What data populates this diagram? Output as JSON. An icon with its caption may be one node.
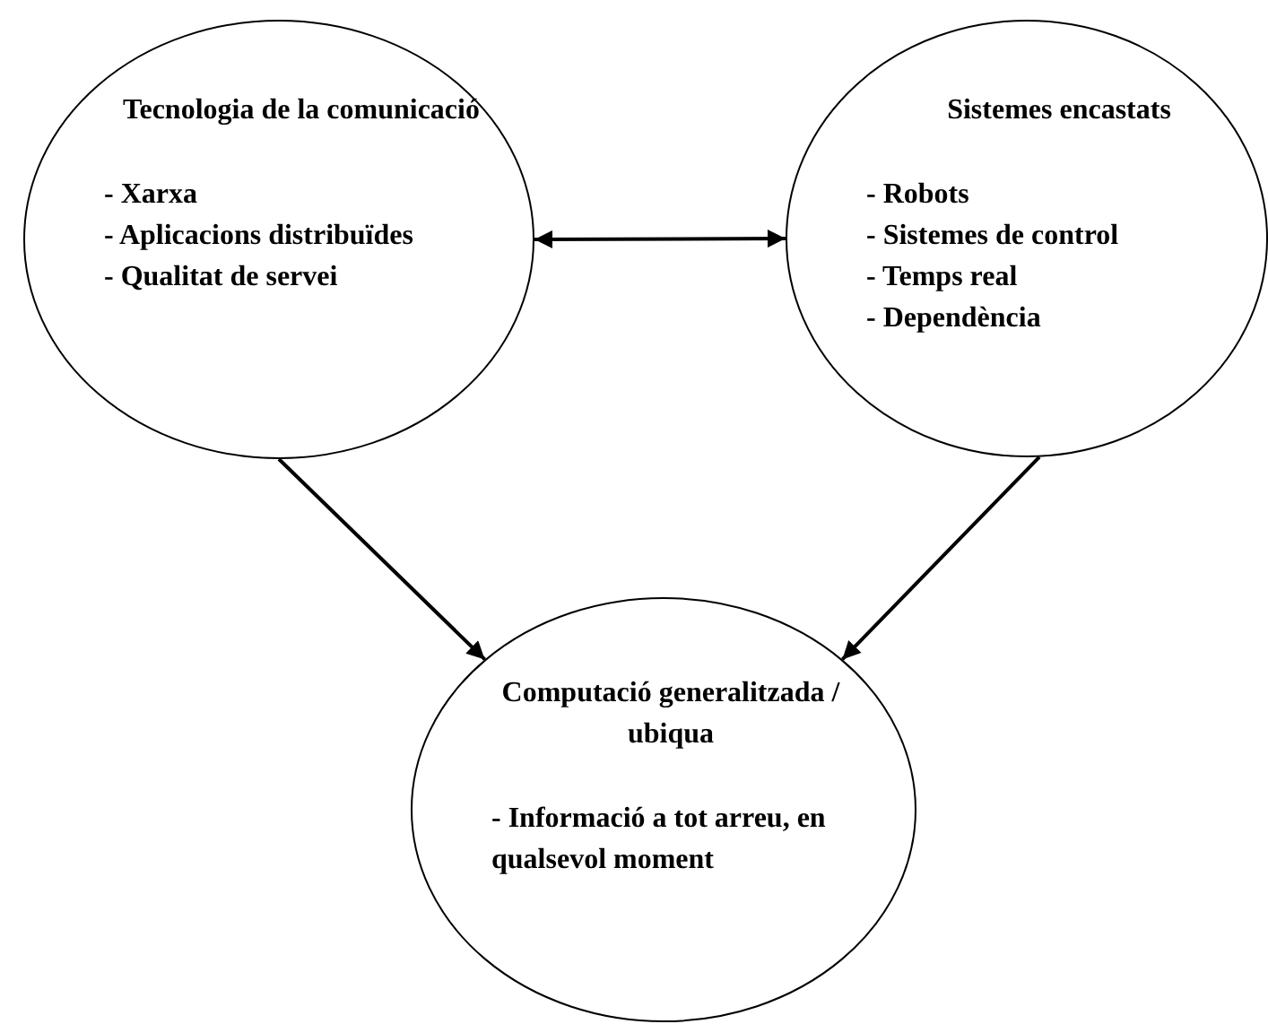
{
  "diagram": {
    "nodes": [
      {
        "text": [
          "Tecnologia de la comunicació",
          "- Xarxa",
          "- Aplicacions distribuïdes",
          "- Qualitat de servei"
        ]
      },
      {
        "text": [
          "Sistemes encastats",
          "- Robots",
          "- Sistemes de control",
          "- Temps real",
          "- Dependència"
        ]
      },
      {
        "text": [
          "Computació generalitzada / ubiqua",
          "- Informació a tot arreu, en qualsevol moment"
        ]
      }
    ],
    "edges": [
      {
        "from": 0,
        "to": 1,
        "arrow": "both"
      },
      {
        "from": 0,
        "to": 2,
        "arrow": "to"
      },
      {
        "from": 1,
        "to": 2,
        "arrow": "to"
      }
    ]
  }
}
